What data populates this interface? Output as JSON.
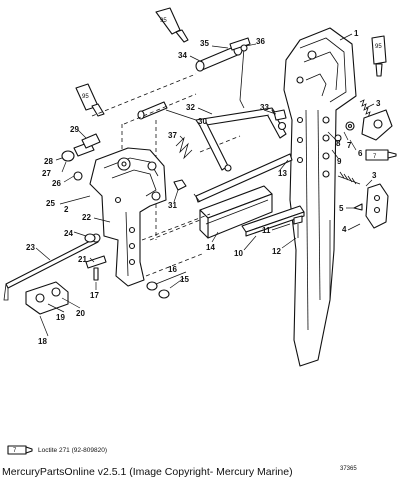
{
  "diagram": {
    "callouts": [
      {
        "id": "c1",
        "label": "1"
      },
      {
        "id": "c2",
        "label": "2"
      },
      {
        "id": "c3a",
        "label": "3"
      },
      {
        "id": "c3b",
        "label": "3"
      },
      {
        "id": "c4",
        "label": "4"
      },
      {
        "id": "c5",
        "label": "5"
      },
      {
        "id": "c6",
        "label": "6"
      },
      {
        "id": "c7",
        "label": "7"
      },
      {
        "id": "c8",
        "label": "8"
      },
      {
        "id": "c9",
        "label": "9"
      },
      {
        "id": "c10",
        "label": "10"
      },
      {
        "id": "c11",
        "label": "11"
      },
      {
        "id": "c12",
        "label": "12"
      },
      {
        "id": "c13",
        "label": "13"
      },
      {
        "id": "c14",
        "label": "14"
      },
      {
        "id": "c15",
        "label": "15"
      },
      {
        "id": "c16",
        "label": "16"
      },
      {
        "id": "c17",
        "label": "17"
      },
      {
        "id": "c18",
        "label": "18"
      },
      {
        "id": "c19",
        "label": "19"
      },
      {
        "id": "c20",
        "label": "20"
      },
      {
        "id": "c21",
        "label": "21"
      },
      {
        "id": "c22",
        "label": "22"
      },
      {
        "id": "c23",
        "label": "23"
      },
      {
        "id": "c24",
        "label": "24"
      },
      {
        "id": "c25",
        "label": "25"
      },
      {
        "id": "c26",
        "label": "26"
      },
      {
        "id": "c27",
        "label": "27"
      },
      {
        "id": "c28",
        "label": "28"
      },
      {
        "id": "c29",
        "label": "29"
      },
      {
        "id": "c30",
        "label": "30"
      },
      {
        "id": "c31",
        "label": "31"
      },
      {
        "id": "c32",
        "label": "32"
      },
      {
        "id": "c33",
        "label": "33"
      },
      {
        "id": "c34",
        "label": "34"
      },
      {
        "id": "c35",
        "label": "35"
      },
      {
        "id": "c36",
        "label": "36"
      },
      {
        "id": "c37",
        "label": "37"
      }
    ],
    "tube_labels": {
      "tube_95_a": "95",
      "tube_95_b": "95",
      "tube_95_c": "95",
      "tube_7": "7"
    },
    "legend": {
      "key": "7",
      "text": "Loctite 271 (92-809820)"
    },
    "figure_number": "37365"
  },
  "footer": {
    "text": "MercuryPartsOnline v2.5.1 (Image Copyright- Mercury Marine)"
  }
}
